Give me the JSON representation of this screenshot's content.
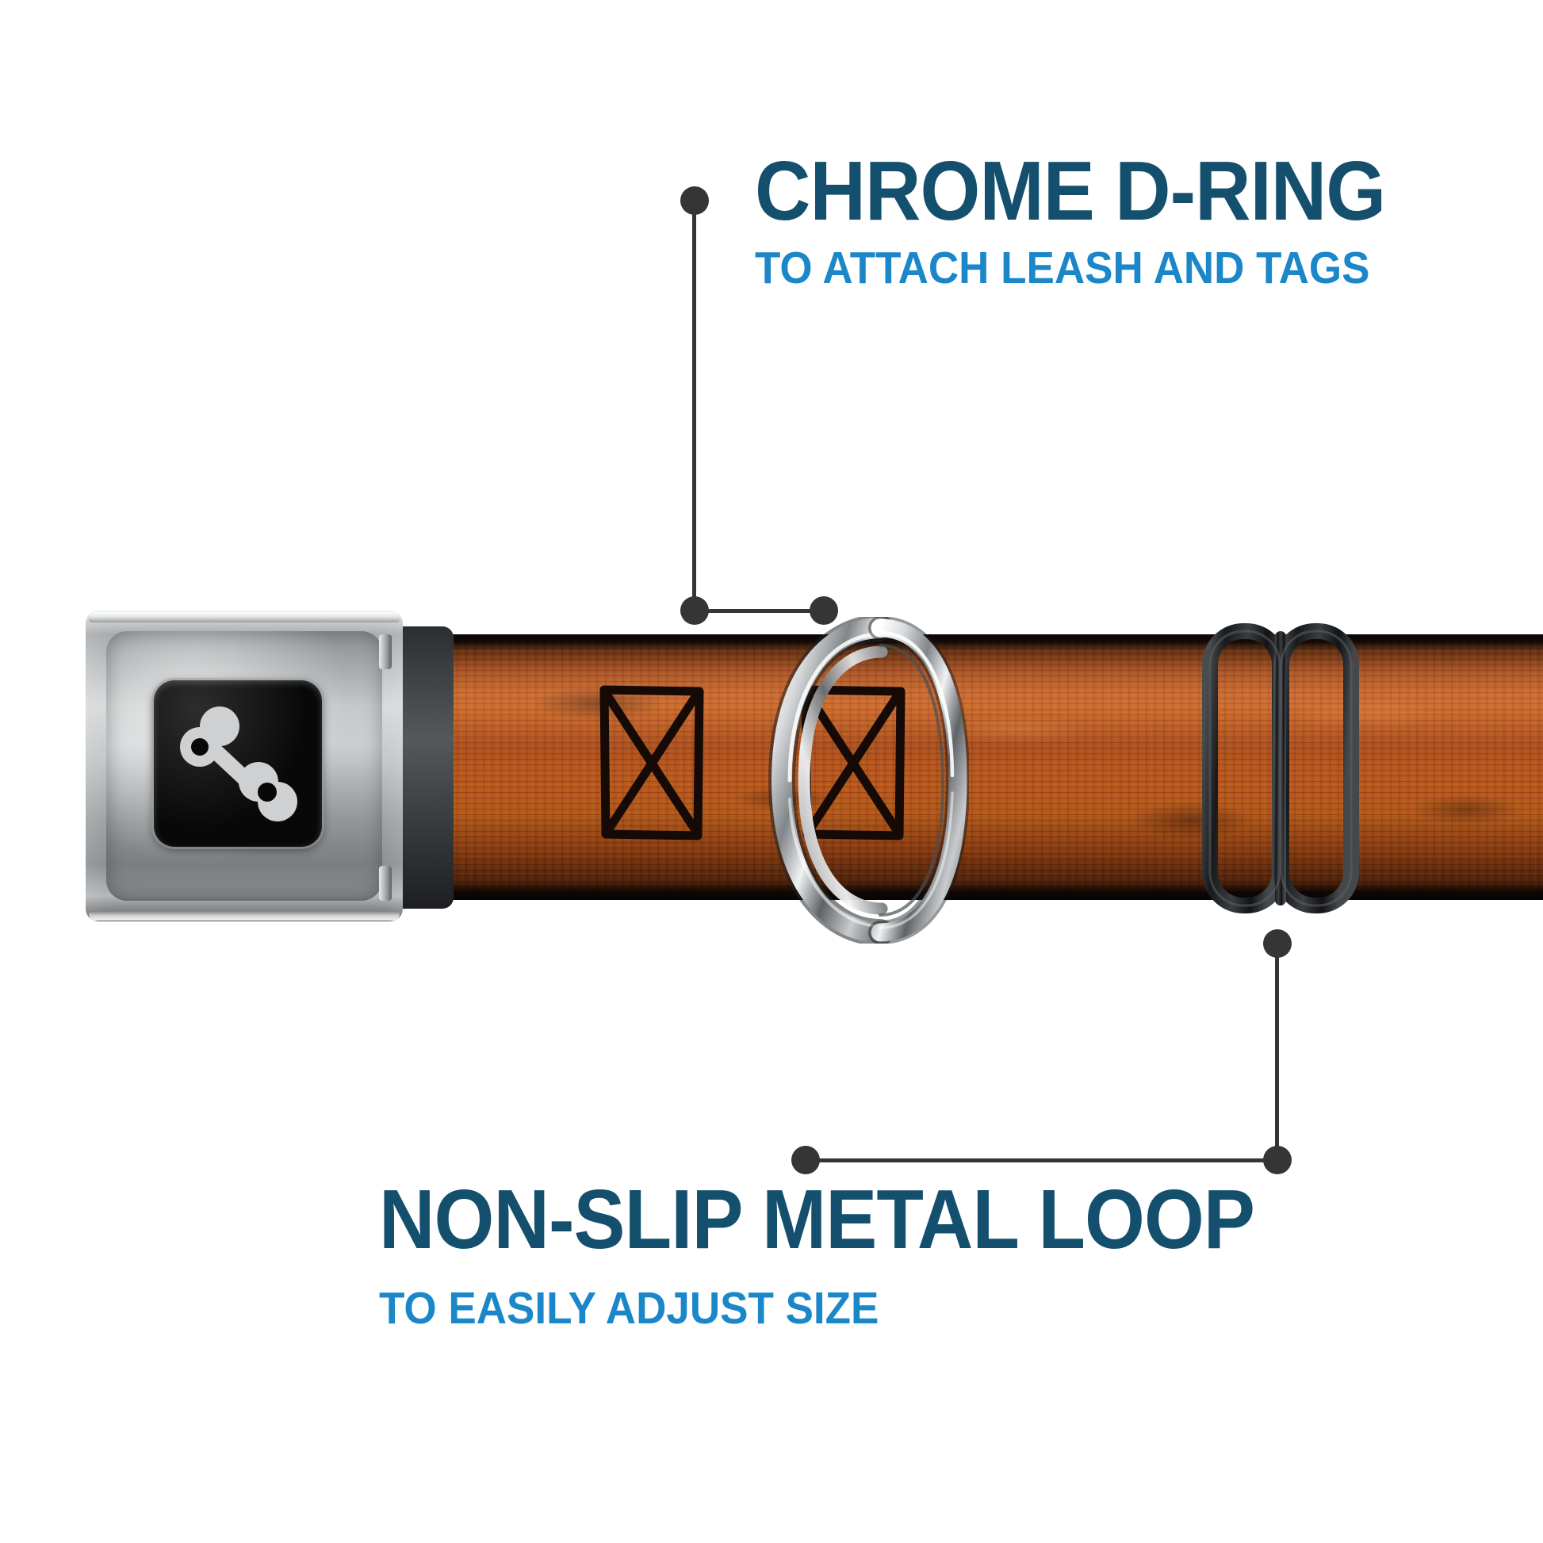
{
  "product": {
    "type": "seatbelt-buckle-dog-collar",
    "strap_color": "#b8581f",
    "strap_description": "burnt orange woven nylon webbing"
  },
  "theme": {
    "background": "#ffffff",
    "headline_color": "#14506e",
    "subline_color": "#1b87c9",
    "leader_color": "#353535",
    "chrome_light": "#f2f3f4",
    "chrome_dark": "#8c8f91",
    "hardware_black": "#303234",
    "plate_black": "#080808",
    "bone_gray": "#cfd0d2"
  },
  "callouts": [
    {
      "id": "chrome-d-ring",
      "headline": "CHROME D-RING",
      "subline": "TO ATTACH LEASH AND TAGS",
      "target": "d-ring"
    },
    {
      "id": "non-slip-metal-loop",
      "headline": "NON-SLIP METAL LOOP",
      "subline": "TO EASILY ADJUST SIZE",
      "target": "metal-slider-loop"
    }
  ],
  "parts": {
    "buckle": "chrome seatbelt buckle",
    "buckle_plate_logo": "dog-bone-logo",
    "d_ring": "chrome split D-ring",
    "slider": "black non-slip metal adjuster loop",
    "stitch": "box-x bar-tack stitching"
  }
}
